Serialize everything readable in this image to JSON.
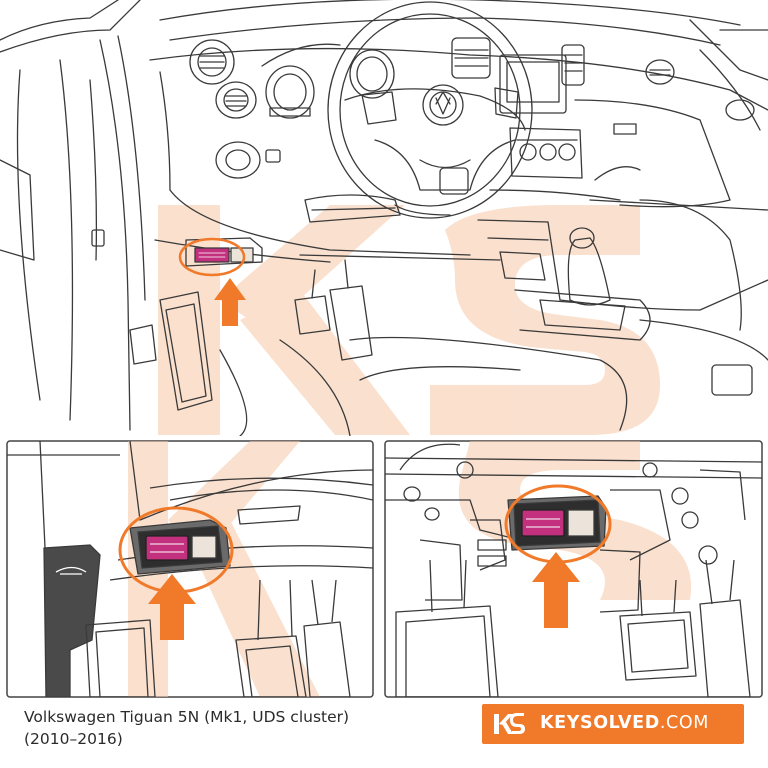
{
  "caption": {
    "line1": "Volkswagen Tiguan 5N (Mk1, UDS cluster)",
    "line2": "(2010–2016)"
  },
  "brand": {
    "name_bold": "KEYSOLVED",
    "name_light": ".COM",
    "logo_icon": "ks-logo-icon"
  },
  "colors": {
    "accent": "#f07a2a",
    "line": "#3a3a3a",
    "connector": "#c2307e",
    "panel_border": "#444444",
    "watermark": "#f6c7a6"
  },
  "watermark_text": "KS"
}
